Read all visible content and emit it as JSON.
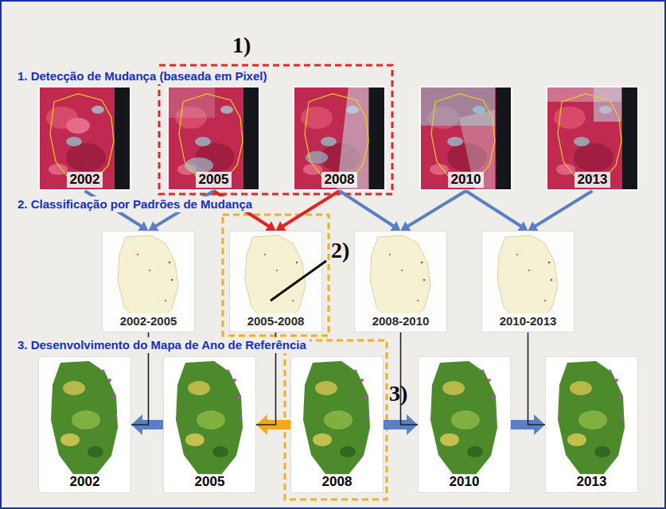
{
  "diagram": {
    "nodes": [
      {
        "text": [
          "1. Detecção de Mudança (baseada em Pixel)"
        ]
      },
      {
        "text": [
          "2002"
        ],
        "in": 0
      },
      {
        "text": [
          "2005"
        ],
        "in": 0
      },
      {
        "text": [
          "2008"
        ],
        "in": 0
      },
      {
        "text": [
          "2010"
        ],
        "in": 0
      },
      {
        "text": [
          "2013"
        ],
        "in": 0
      },
      {
        "text": [
          "2. Classificação por Padrões de Mudança"
        ]
      },
      {
        "text": [
          "2002-2005"
        ],
        "in": 6
      },
      {
        "text": [
          "2005-2008"
        ],
        "in": 6
      },
      {
        "text": [
          "2008-2010"
        ],
        "in": 6
      },
      {
        "text": [
          "2010-2013"
        ],
        "in": 6
      },
      {
        "text": [
          "3. Desenvolvimento do Mapa de Ano de Referência"
        ]
      },
      {
        "text": [
          "2002"
        ],
        "in": 11
      },
      {
        "text": [
          "2005"
        ],
        "in": 11
      },
      {
        "text": [
          "2008"
        ],
        "in": 11
      },
      {
        "text": [
          "2010"
        ],
        "in": 11
      },
      {
        "text": [
          "2013"
        ],
        "in": 11
      }
    ],
    "edges": [
      {
        "from": 1,
        "to": 7,
        "arrow": "to"
      },
      {
        "from": 2,
        "to": 7,
        "arrow": "to"
      },
      {
        "from": 2,
        "to": 8,
        "arrow": "to"
      },
      {
        "from": 3,
        "to": 8,
        "arrow": "to"
      },
      {
        "from": 3,
        "to": 9,
        "arrow": "to"
      },
      {
        "from": 4,
        "to": 9,
        "arrow": "to"
      },
      {
        "from": 4,
        "to": 10,
        "arrow": "to"
      },
      {
        "from": 5,
        "to": 10,
        "arrow": "to"
      },
      {
        "from": 14,
        "to": 13,
        "arrow": "to"
      },
      {
        "from": 13,
        "to": 12,
        "arrow": "to"
      },
      {
        "from": 14,
        "to": 15,
        "arrow": "to"
      },
      {
        "from": 15,
        "to": 16,
        "arrow": "to"
      },
      {
        "from": 7,
        "to": 12,
        "arrow": "none"
      },
      {
        "from": 8,
        "to": 13,
        "arrow": "none"
      },
      {
        "from": 9,
        "to": 15,
        "arrow": "none"
      },
      {
        "from": 10,
        "to": 16,
        "arrow": "none"
      }
    ],
    "labels": [
      "1)",
      "2)",
      "3)"
    ]
  }
}
